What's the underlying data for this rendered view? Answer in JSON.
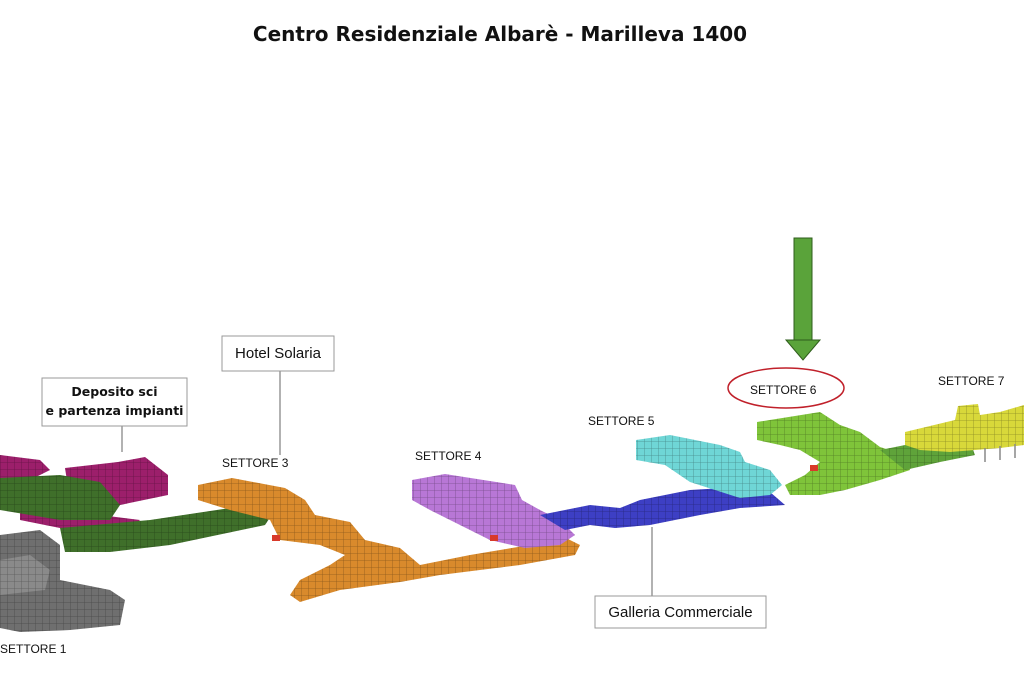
{
  "title": "Centro Residenziale Albarè - Marilleva 1400",
  "sectors": {
    "s1": "SETTORE 1",
    "s3": "SETTORE 3",
    "s4": "SETTORE 4",
    "s5": "SETTORE 5",
    "s6": "SETTORE 6",
    "s7": "SETTORE 7"
  },
  "callouts": {
    "deposito_line1": "Deposito sci",
    "deposito_line2": "e partenza impianti",
    "hotel": "Hotel Solaria",
    "galleria": "Galleria Commerciale"
  },
  "colors": {
    "sector1": "#6f6f6f",
    "sector2": "#9c1f6b",
    "corridor_green": "#3f6f2a",
    "sector3": "#d98a2c",
    "sector4": "#b877d6",
    "corridor_blue": "#3d3fc4",
    "sector5": "#6fd6d6",
    "sector6": "#7fc43a",
    "sector7": "#d8d83a",
    "arrow": "#5aa33a",
    "highlight_ring": "#c0202a"
  }
}
